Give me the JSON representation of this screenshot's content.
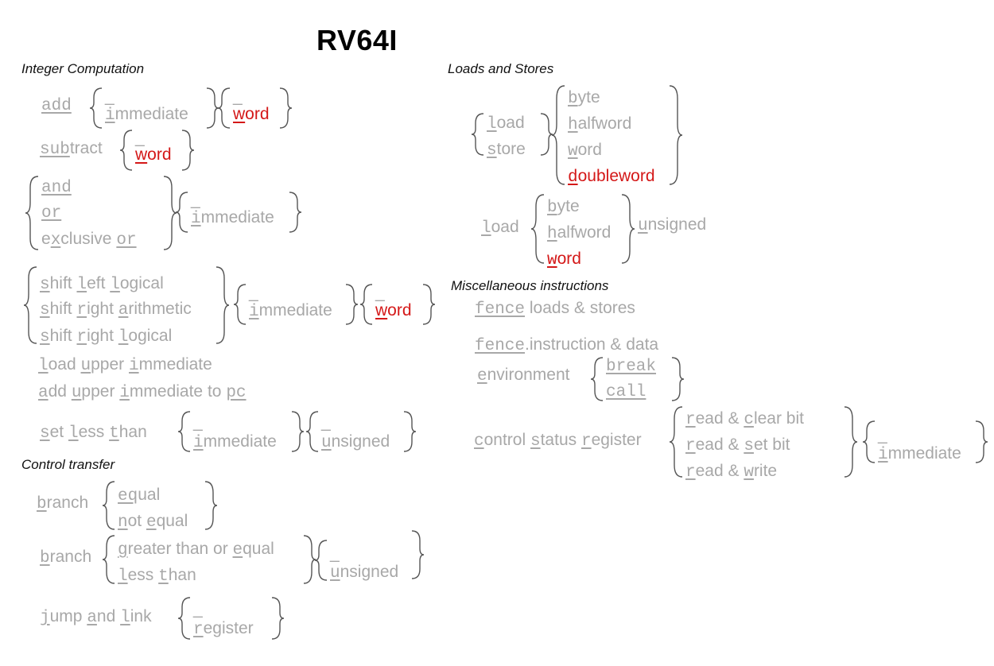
{
  "title": "RV64I",
  "sections": {
    "integer": "Integer Computation",
    "loads": "Loads and Stores",
    "control": "Control transfer",
    "misc": "Miscellaneous instructions"
  },
  "words": {
    "add": "add",
    "subtract_a": "sub",
    "subtract_b": "tract",
    "underscore": "_",
    "immediate_a": "i",
    "immediate_b": "mmediate",
    "word_a": "w",
    "word_b": "ord",
    "and": "and",
    "or": "or",
    "exclusive_a": "e",
    "exclusive_b": "x",
    "exclusive_c": "clusive",
    "shift_a": "s",
    "shift_b": "hift ",
    "left_a": "l",
    "left_b": "eft ",
    "logical_a": "l",
    "logical_b": "ogical",
    "right_a": "r",
    "right_b": "ight ",
    "arith_a": "a",
    "arith_b": "rithmetic",
    "load_a": "l",
    "load_b": "oad",
    "upper_a": "u",
    "upper_b": "pper",
    "pc": "pc",
    "to": "to",
    "set_a": "s",
    "set_b": "et",
    "less_a": "l",
    "less_b": "ess",
    "than_a": "t",
    "than_b": "han",
    "unsigned_a": "u",
    "unsigned_b": "nsigned",
    "branch_a": "b",
    "branch_b": "ranch",
    "equal_a": "eq",
    "equal_b": "ual",
    "not_a": "n",
    "not_b": "ot",
    "eq2_a": "e",
    "eq2_b": "qual",
    "greater_a": "g",
    "greater_b": "reater than or ",
    "jump_a": "j",
    "jump_b": "ump",
    "link_a": "l",
    "link_b": "ink",
    "register_a": "r",
    "register_b": "egister",
    "load_full": "load",
    "store_a": "s",
    "store_b": "tore",
    "byte_a": "b",
    "byte_b": "yte",
    "half_a": "h",
    "half_b": "alfword",
    "dw_a": "d",
    "dw_b": "oubleword",
    "fence": "fence",
    "fence_ls": "loads & stores",
    "fence_i_a": ".i",
    "fence_i_b": "nstruction & data",
    "env_a": "e",
    "env_b": "nvironment",
    "break": "break",
    "call": "call",
    "control_a": "c",
    "control_b": "ontrol ",
    "status_a": "s",
    "status_b": "tatus ",
    "reg_a": "r",
    "reg_b": "egister",
    "read_a": "r",
    "read_b": "ead & ",
    "clear_a": "c",
    "clear_b": "lear bit",
    "setbit_a": "s",
    "setbit_b": "et bit",
    "write_a": "w",
    "write_b": "rite"
  }
}
